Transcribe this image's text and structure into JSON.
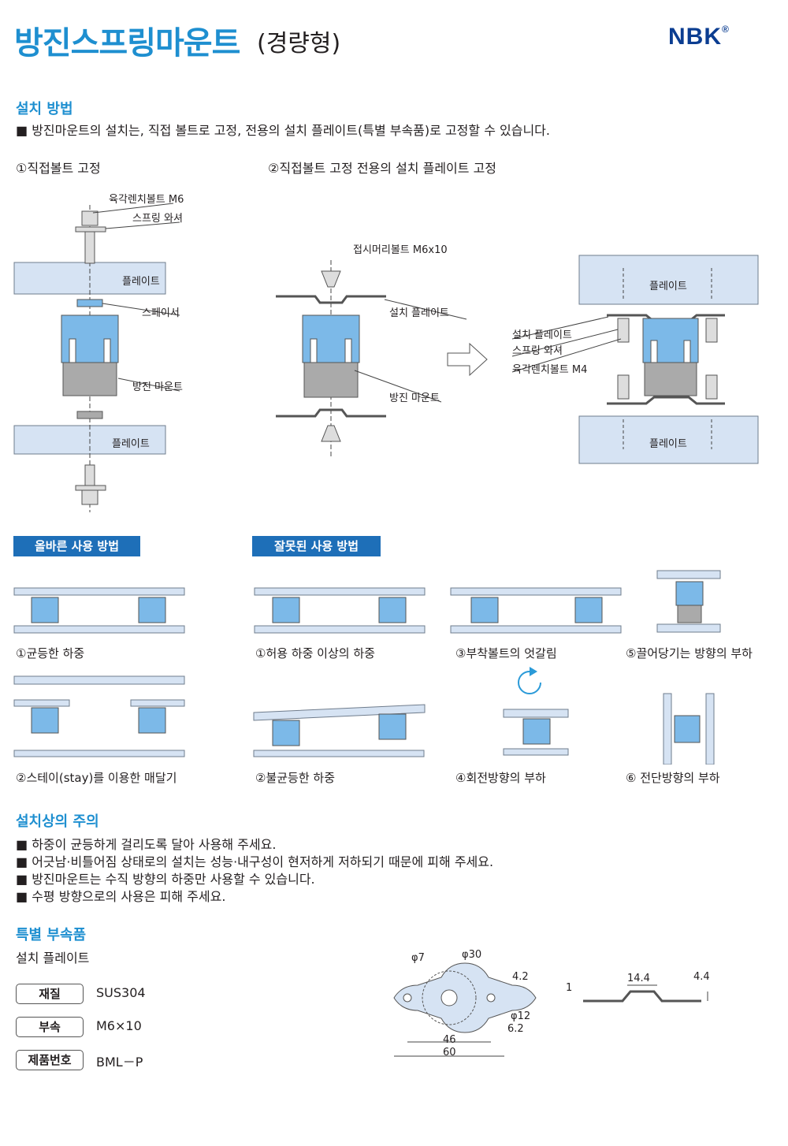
{
  "header": {
    "title": "방진스프링마운트",
    "subtitle": "(경량형)",
    "logo": "NBK",
    "logo_mark": "®"
  },
  "install": {
    "heading": "설치 방법",
    "desc": "■ 방진마운트의 설치는, 직접 볼트로 고정, 전용의 설치 플레이트(특별 부속품)로 고정할 수 있습니다.",
    "method1": "①직접볼트 고정",
    "method2": "②직접볼트 고정 전용의 설치 플레이트 고정",
    "d1": {
      "bolt": "육각렌치볼트 M6",
      "washer": "스프링 와셔",
      "plate_top": "플레이트",
      "spacer": "스페이서",
      "mount": "방진 마운트",
      "plate_bottom": "플레이트"
    },
    "d2": {
      "bolt": "접시머리볼트 M6x10",
      "plate": "설치 플레이트",
      "mount": "방진 마운트"
    },
    "d3": {
      "plate_top": "플레이트",
      "plate": "설치 플레이트",
      "washer": "스프링 와셔",
      "bolt": "육각렌치볼트 M4",
      "plate_bottom": "플레이트"
    }
  },
  "usage": {
    "correct_label": "올바른 사용 방법",
    "wrong_label": "잘못된 사용 방법",
    "correct": [
      "①균등한 하중",
      "②스테이(stay)를 이용한 매달기"
    ],
    "wrong": [
      "①허용 하중 이상의 하중",
      "②불균등한 하중",
      "③부착볼트의 엇갈림",
      "④회전방향의 부하",
      "⑤끌어당기는 방향의 부하",
      "⑥ 전단방향의 부하"
    ]
  },
  "caution": {
    "heading": "설치상의 주의",
    "items": [
      "■ 하중이 균등하게 걸리도록 달아 사용해 주세요.",
      "■ 어긋남·비틀어짐 상태로의 설치는 성능·내구성이 현저하게 저하되기 때문에 피해 주세요.",
      "■ 방진마운트는 수직 방향의 하중만 사용할 수 있습니다.",
      "■ 수평 방향으로의 사용은 피해 주세요."
    ]
  },
  "accessory": {
    "heading": "특별 부속품",
    "name": "설치 플레이트",
    "specs": [
      {
        "key": "재질",
        "value": "SUS304"
      },
      {
        "key": "부속",
        "value": "M6×10"
      },
      {
        "key": "제품번호",
        "value": "BML－P"
      }
    ],
    "dims": {
      "hole": "φ7",
      "circle": "φ30",
      "t1": "4.2",
      "inner": "φ12",
      "r": "6.2",
      "w1": "46",
      "w2": "60",
      "side_w": "14.4",
      "side_h": "4.4",
      "thk": "1"
    }
  }
}
